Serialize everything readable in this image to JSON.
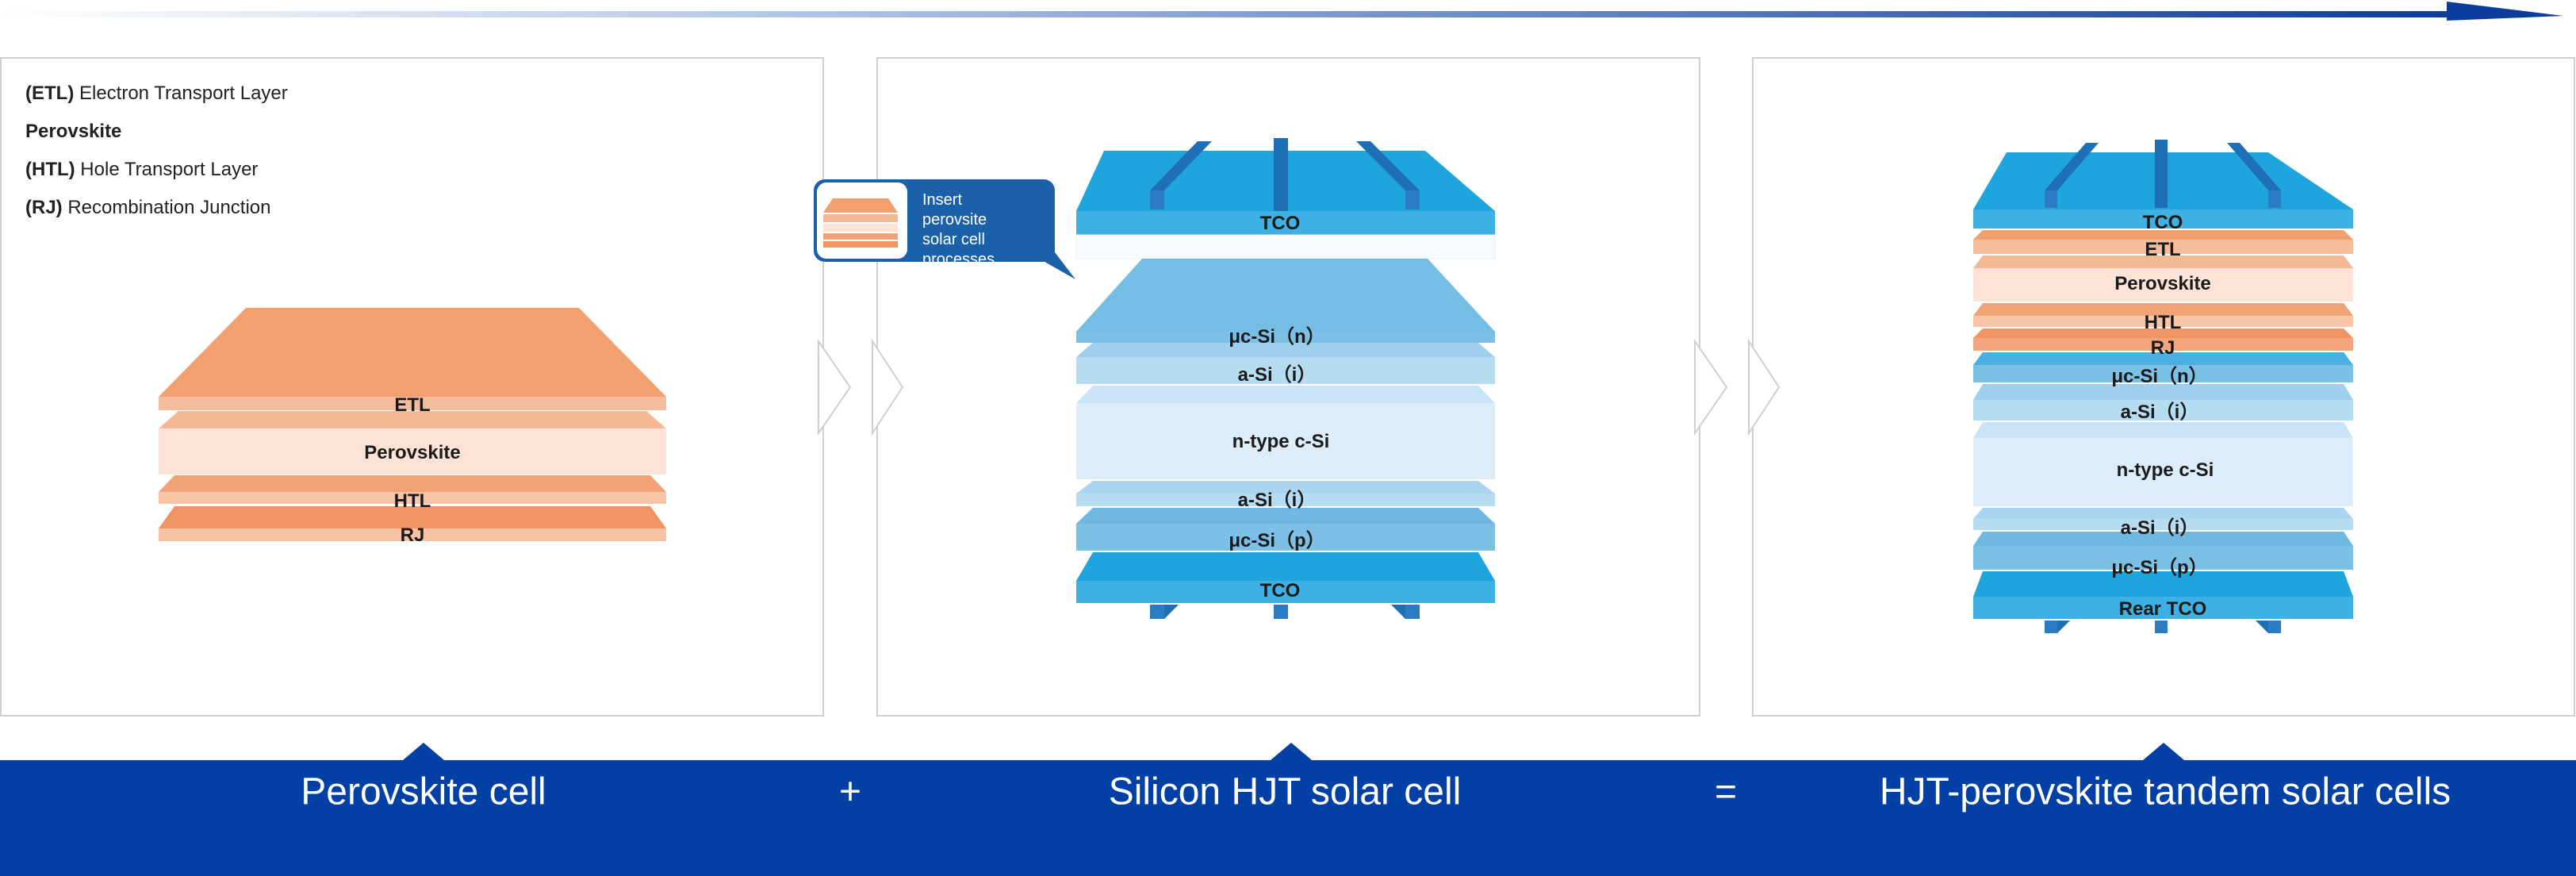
{
  "legend": [
    {
      "abbr": "(ETL)",
      "text": " Electron Transport Layer"
    },
    {
      "abbr": "Perovskite",
      "text": ""
    },
    {
      "abbr": "(HTL)",
      "text": " Hole Transport Layer"
    },
    {
      "abbr": "(RJ)",
      "text": " Recombination Junction"
    }
  ],
  "callout": {
    "text": "Insert perovsite solar cell processes"
  },
  "panels": {
    "perovskite": {
      "layers": [
        "ETL",
        "Perovskite",
        "HTL",
        "RJ"
      ]
    },
    "silicon": {
      "layers": [
        "TCO",
        "μc-Si（n）",
        "a-Si（i）",
        "n-type c-Si",
        "a-Si（i）",
        "μc-Si（p）",
        "TCO"
      ]
    },
    "tandem": {
      "layers": [
        "TCO",
        "ETL",
        "Perovskite",
        "HTL",
        "RJ",
        "μc-Si（n）",
        "a-Si（i）",
        "n-type c-Si",
        "a-Si（i）",
        "μc-Si（p）",
        "Rear TCO"
      ]
    }
  },
  "bottom_bar": {
    "left": "Perovskite cell",
    "plus": "+",
    "middle": "Silicon HJT solar cell",
    "equals": "=",
    "right": "HJT-perovskite tandem solar cells"
  },
  "colors": {
    "bar": "#0340a6",
    "tco": "#1ea5dd",
    "etl": "#f3bc9d",
    "perovskite": "#fce3d6",
    "htl": "#f1a377",
    "rj": "#f09562",
    "uc_si": "#7dc0e5",
    "a_si": "#b6dcf2",
    "c_si": "#dcecf8"
  }
}
